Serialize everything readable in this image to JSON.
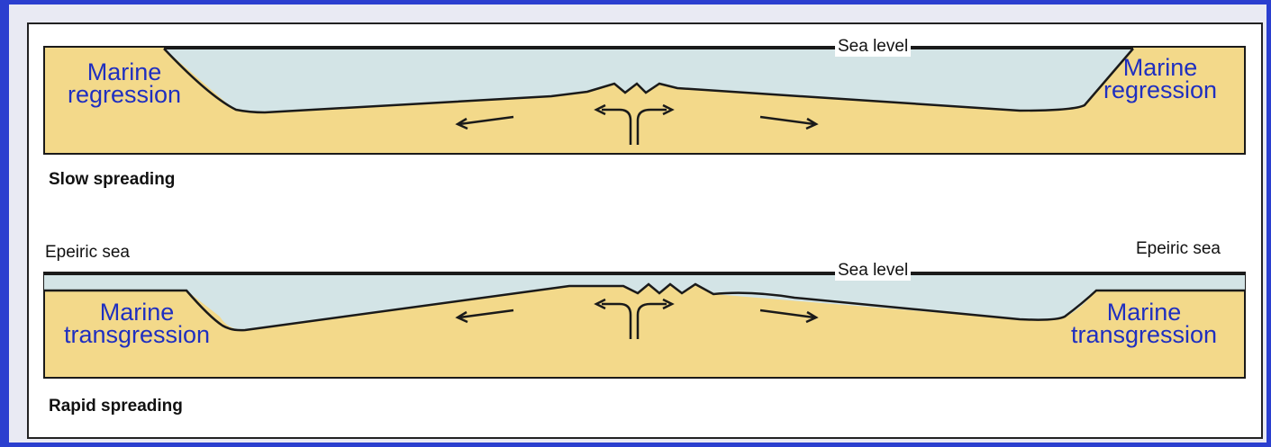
{
  "diagram": {
    "top_panel": {
      "sea_level_label": "Sea level",
      "left_label": "Marine\nregression",
      "right_label": "Marine\nregression",
      "caption": "Slow spreading"
    },
    "bottom_panel": {
      "sea_level_label": "Sea level",
      "left_epeiric": "Epeiric sea",
      "right_epeiric": "Epeiric sea",
      "left_label": "Marine\ntransgression",
      "right_label": "Marine\ntransgression",
      "caption": "Rapid spreading"
    },
    "colors": {
      "sediment": "#f3d98a",
      "water": "#d3e4e6",
      "outline": "#1a1a1a",
      "label_blue": "#1f2fc0",
      "border": "#2b3fcf"
    }
  }
}
